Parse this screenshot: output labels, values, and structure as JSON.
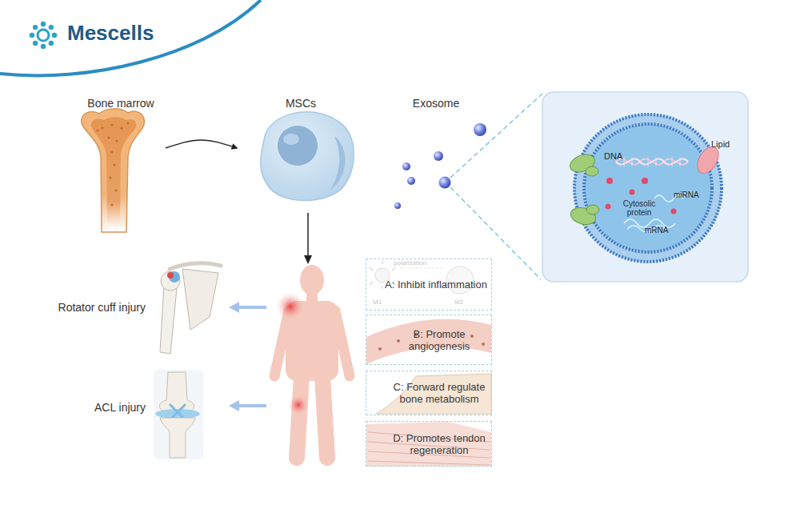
{
  "diagram": {
    "nodes": [
      {
        "text": [
          "Bone marrow"
        ]
      },
      {
        "text": [
          "MSCs"
        ]
      },
      {
        "text": [
          "Exosome"
        ]
      },
      {
        "text": [
          "Rotator cuff injury"
        ]
      },
      {
        "text": [
          "ACL injury"
        ]
      },
      {
        "text": [
          "A: Inhibit inflammation"
        ]
      },
      {
        "text": [
          "B: Promote angiogenesis"
        ]
      },
      {
        "text": [
          "C: Forward regulate bone metabolism"
        ]
      },
      {
        "text": [
          "D: Promotes tendon regeneration"
        ]
      }
    ],
    "edges": [
      {
        "from": 0,
        "to": 1,
        "arrow": "to"
      }
    ],
    "labels": [
      "Mescells",
      "DNA",
      "Lipid",
      "Cytosolic protein",
      "miRNA",
      "mRNA",
      "polarization",
      "M1",
      "M2"
    ]
  }
}
